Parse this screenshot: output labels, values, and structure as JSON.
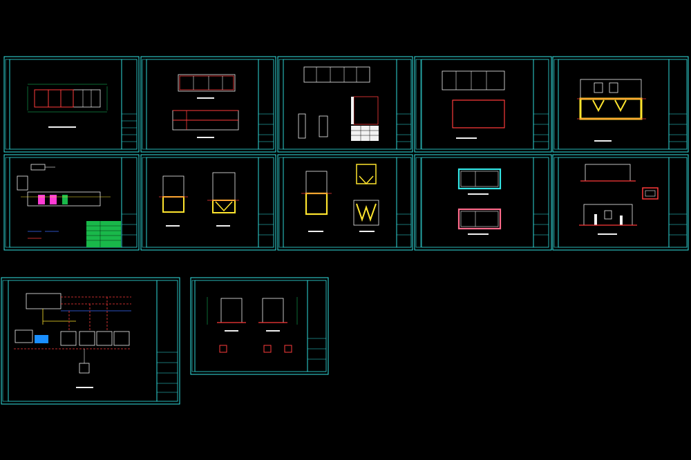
{
  "viewport": {
    "background": "#000000"
  },
  "colors": {
    "frame": "#33e6e6",
    "wall": "#ff3b3b",
    "white_line": "#f2f2f2",
    "dimension": "#19d36a",
    "fill_yellow": "#ffe52e",
    "fill_green": "#19b84a",
    "magenta": "#ff3bd4",
    "blue": "#3b6bff"
  },
  "sheets": [
    {
      "id": "sheet-1",
      "kind": "plan-overview"
    },
    {
      "id": "sheet-2",
      "kind": "plan-rect"
    },
    {
      "id": "sheet-3",
      "kind": "plan-details"
    },
    {
      "id": "sheet-4",
      "kind": "plan-cells"
    },
    {
      "id": "sheet-5",
      "kind": "section-yellow"
    },
    {
      "id": "sheet-6",
      "kind": "process-flow"
    },
    {
      "id": "sheet-7",
      "kind": "sections-pair"
    },
    {
      "id": "sheet-8",
      "kind": "sections-yellow"
    },
    {
      "id": "sheet-9",
      "kind": "plans-cyan-red"
    },
    {
      "id": "sheet-10",
      "kind": "elevations"
    },
    {
      "id": "sheet-11",
      "kind": "piping-diagram"
    },
    {
      "id": "sheet-12",
      "kind": "small-sections"
    }
  ]
}
